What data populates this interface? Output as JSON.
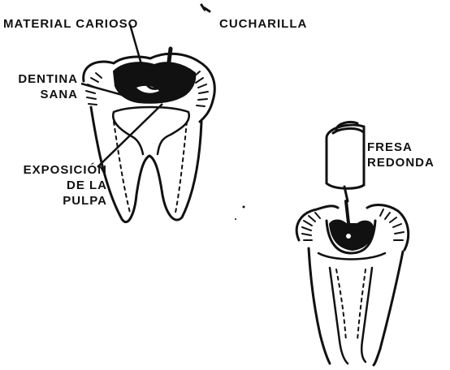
{
  "labels": {
    "material_carioso": "MATERIAL CARIOSO",
    "cucharilla": "CUCHARILLA",
    "dentina_sana_1": "DENTINA",
    "dentina_sana_2": "SANA",
    "exposicion_1": "EXPOSICIÓN",
    "exposicion_2": "DE LA",
    "exposicion_3": "PULPA",
    "fresa_1": "FRESA",
    "fresa_2": "REDONDA"
  },
  "colors": {
    "ink": "#111111",
    "paper": "#ffffff"
  }
}
